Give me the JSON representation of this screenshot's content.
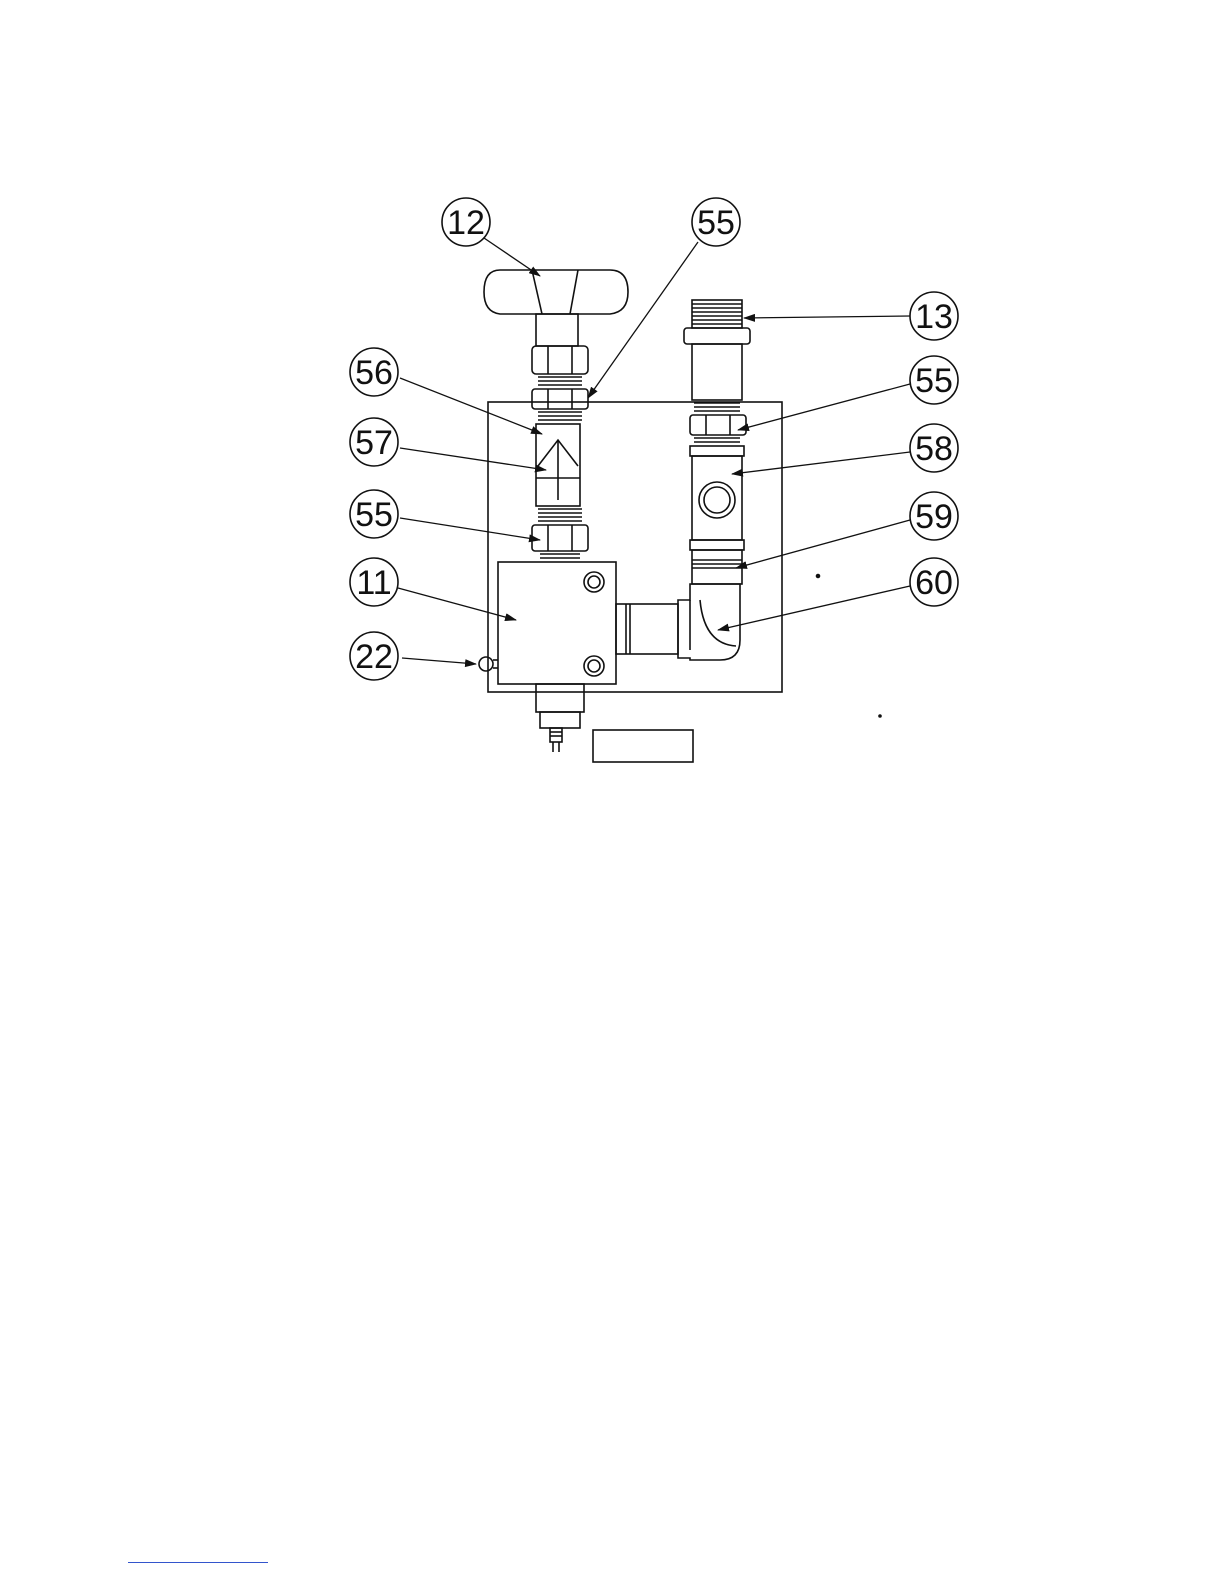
{
  "diagram": {
    "callouts": [
      {
        "id": "c-12a",
        "label": "12"
      },
      {
        "id": "c-55a",
        "label": "55"
      },
      {
        "id": "c-13",
        "label": "13"
      },
      {
        "id": "c-56",
        "label": "56"
      },
      {
        "id": "c-55b",
        "label": "55"
      },
      {
        "id": "c-57",
        "label": "57"
      },
      {
        "id": "c-58",
        "label": "58"
      },
      {
        "id": "c-55c",
        "label": "55"
      },
      {
        "id": "c-59",
        "label": "59"
      },
      {
        "id": "c-11",
        "label": "11"
      },
      {
        "id": "c-60",
        "label": "60"
      },
      {
        "id": "c-22",
        "label": "22"
      }
    ],
    "label_box_text": ""
  },
  "colors": {
    "line": "#111111",
    "link_rule": "#3355cc"
  }
}
